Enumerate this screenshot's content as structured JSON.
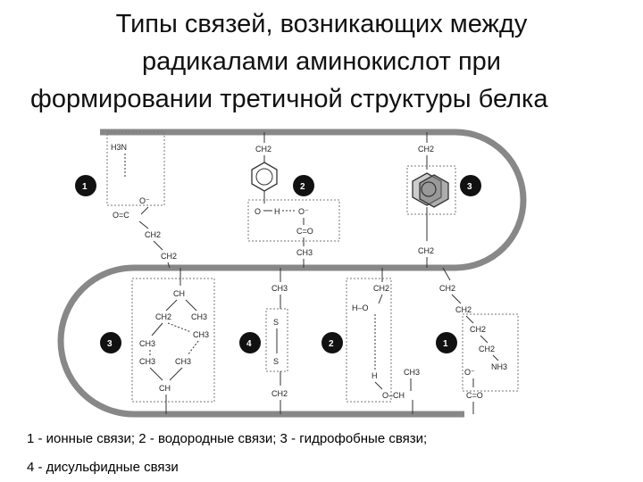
{
  "title": {
    "line1": "Типы связей, возникающих между",
    "line2": "радикалами аминокислот при",
    "line3": "формировании третичной структуры белка"
  },
  "legend": {
    "line1": "1 - ионные связи; 2 - водородные связи; 3 - гидрофобные связи;",
    "line2": "4 - дисульфидные связи"
  },
  "badges": [
    "1",
    "2",
    "3",
    "3",
    "4",
    "2",
    "1"
  ],
  "chem": {
    "h3n": "H3N",
    "o_minus": "O⁻",
    "oc": "O=C",
    "ch2": "CH2",
    "ch3": "CH3",
    "ch": "CH",
    "o": "O",
    "h": "H",
    "c_eq_o": "C=O",
    "s": "S",
    "nh3": "NH3",
    "h_o": "H–O",
    "o_ch": "O–CH",
    "c_eq": "C=O"
  },
  "colors": {
    "chain": "#888888",
    "badge": "#111111",
    "box": "#777777"
  }
}
